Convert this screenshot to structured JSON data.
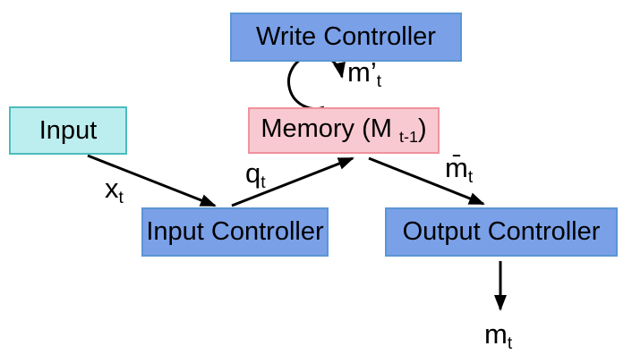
{
  "diagram": {
    "title": "memory-network-architecture",
    "colors": {
      "background": "#ffffff",
      "controller_fill": "#7AA0E8",
      "controller_border": "#5B96D5",
      "input_fill": "#BDEEEF",
      "input_border": "#4CBCBD",
      "memory_fill": "#F9C9D1",
      "memory_border": "#F0929D",
      "arrow": "#000000",
      "text": "#000000"
    },
    "nodes": {
      "write_controller": {
        "label": "Write Controller"
      },
      "input": {
        "label": "Input"
      },
      "memory": {
        "label_pre": "Memory (M ",
        "label_sub": "t-1",
        "label_post": ")"
      },
      "input_controller": {
        "label": "Input Controller"
      },
      "output_controller": {
        "label": "Output Controller"
      }
    },
    "edges": {
      "x": {
        "base": "x",
        "sub": "t",
        "from": "Input",
        "to": "Input Controller"
      },
      "q": {
        "base": "q",
        "sub": "t",
        "from": "Input Controller",
        "to": "Memory"
      },
      "m_bar": {
        "base": "m̄",
        "sub": "t",
        "from": "Memory",
        "to": "Output Controller"
      },
      "m_prime": {
        "base": "m’",
        "sub": "t",
        "from": "Write Controller",
        "to": "Memory"
      },
      "m_out": {
        "base": "m",
        "sub": "t",
        "from": "Output Controller",
        "to": "output"
      }
    }
  }
}
